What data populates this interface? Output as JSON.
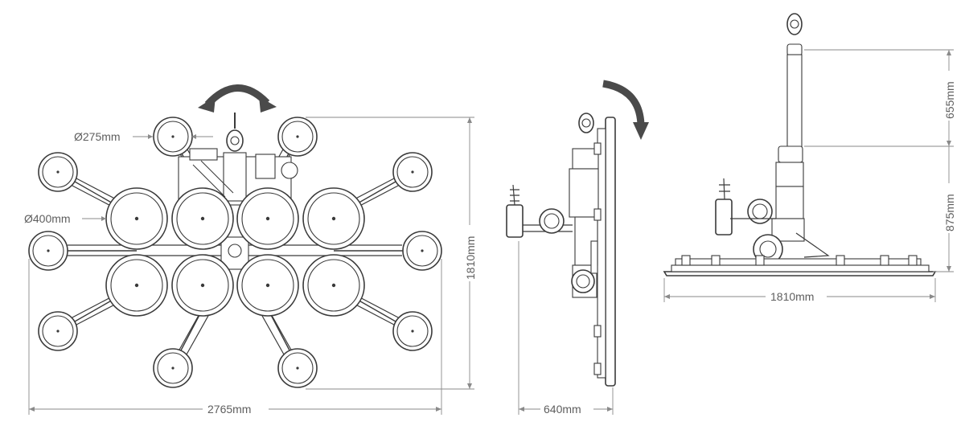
{
  "dimensions": {
    "small_pad_diameter": "Ø275mm",
    "large_pad_diameter": "Ø400mm",
    "top_view_width": "2765mm",
    "top_view_height": "1810mm",
    "side_view_depth": "640mm",
    "front_view_width": "1810mm",
    "front_view_upper_height": "655mm",
    "front_view_lower_height": "875mm"
  },
  "colors": {
    "line": "#3a3a3a",
    "dimension_line": "#8a8a8a",
    "dimension_text": "#5e5e5e",
    "rotation_arrow": "#4a4a4a"
  },
  "icons": {
    "rotate_horizontal": "double-headed-curved-arrow",
    "rotate_vertical": "curved-arrow-down"
  }
}
